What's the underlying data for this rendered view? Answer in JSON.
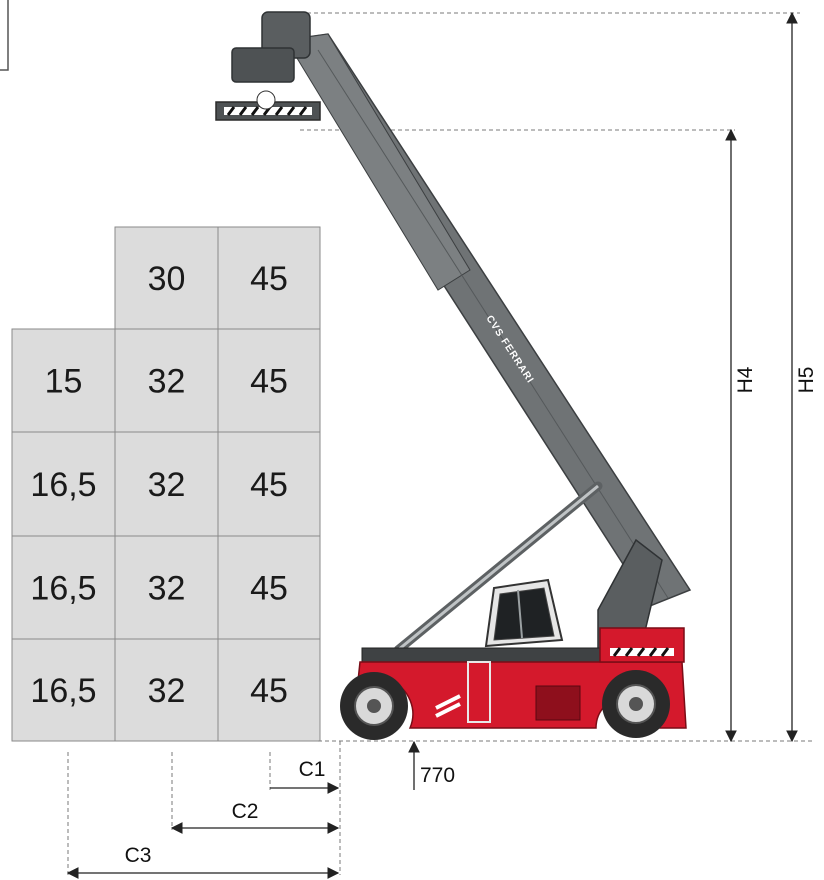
{
  "colors": {
    "cell_fill": "#dcdcdc",
    "cell_stroke": "#8a8a8a",
    "boom": "#6f7375",
    "boom_dark": "#4e5254",
    "chassis_red": "#d4192c",
    "tire": "#2a2a2a",
    "dim_line": "#222222",
    "guide_line": "#7a7a7a"
  },
  "load_grid": {
    "rows": [
      [
        "",
        "30",
        "45"
      ],
      [
        "15",
        "32",
        "45"
      ],
      [
        "16,5",
        "32",
        "45"
      ],
      [
        "16,5",
        "32",
        "45"
      ],
      [
        "16,5",
        "32",
        "45"
      ]
    ]
  },
  "machine": {
    "type": "reach stacker",
    "boom_label": "CVS FERRARI"
  },
  "dimensions": {
    "h4": "H4",
    "h5": "H5",
    "c1": "C1",
    "c2": "C2",
    "c3": "C3",
    "ground_clearance": "770"
  }
}
